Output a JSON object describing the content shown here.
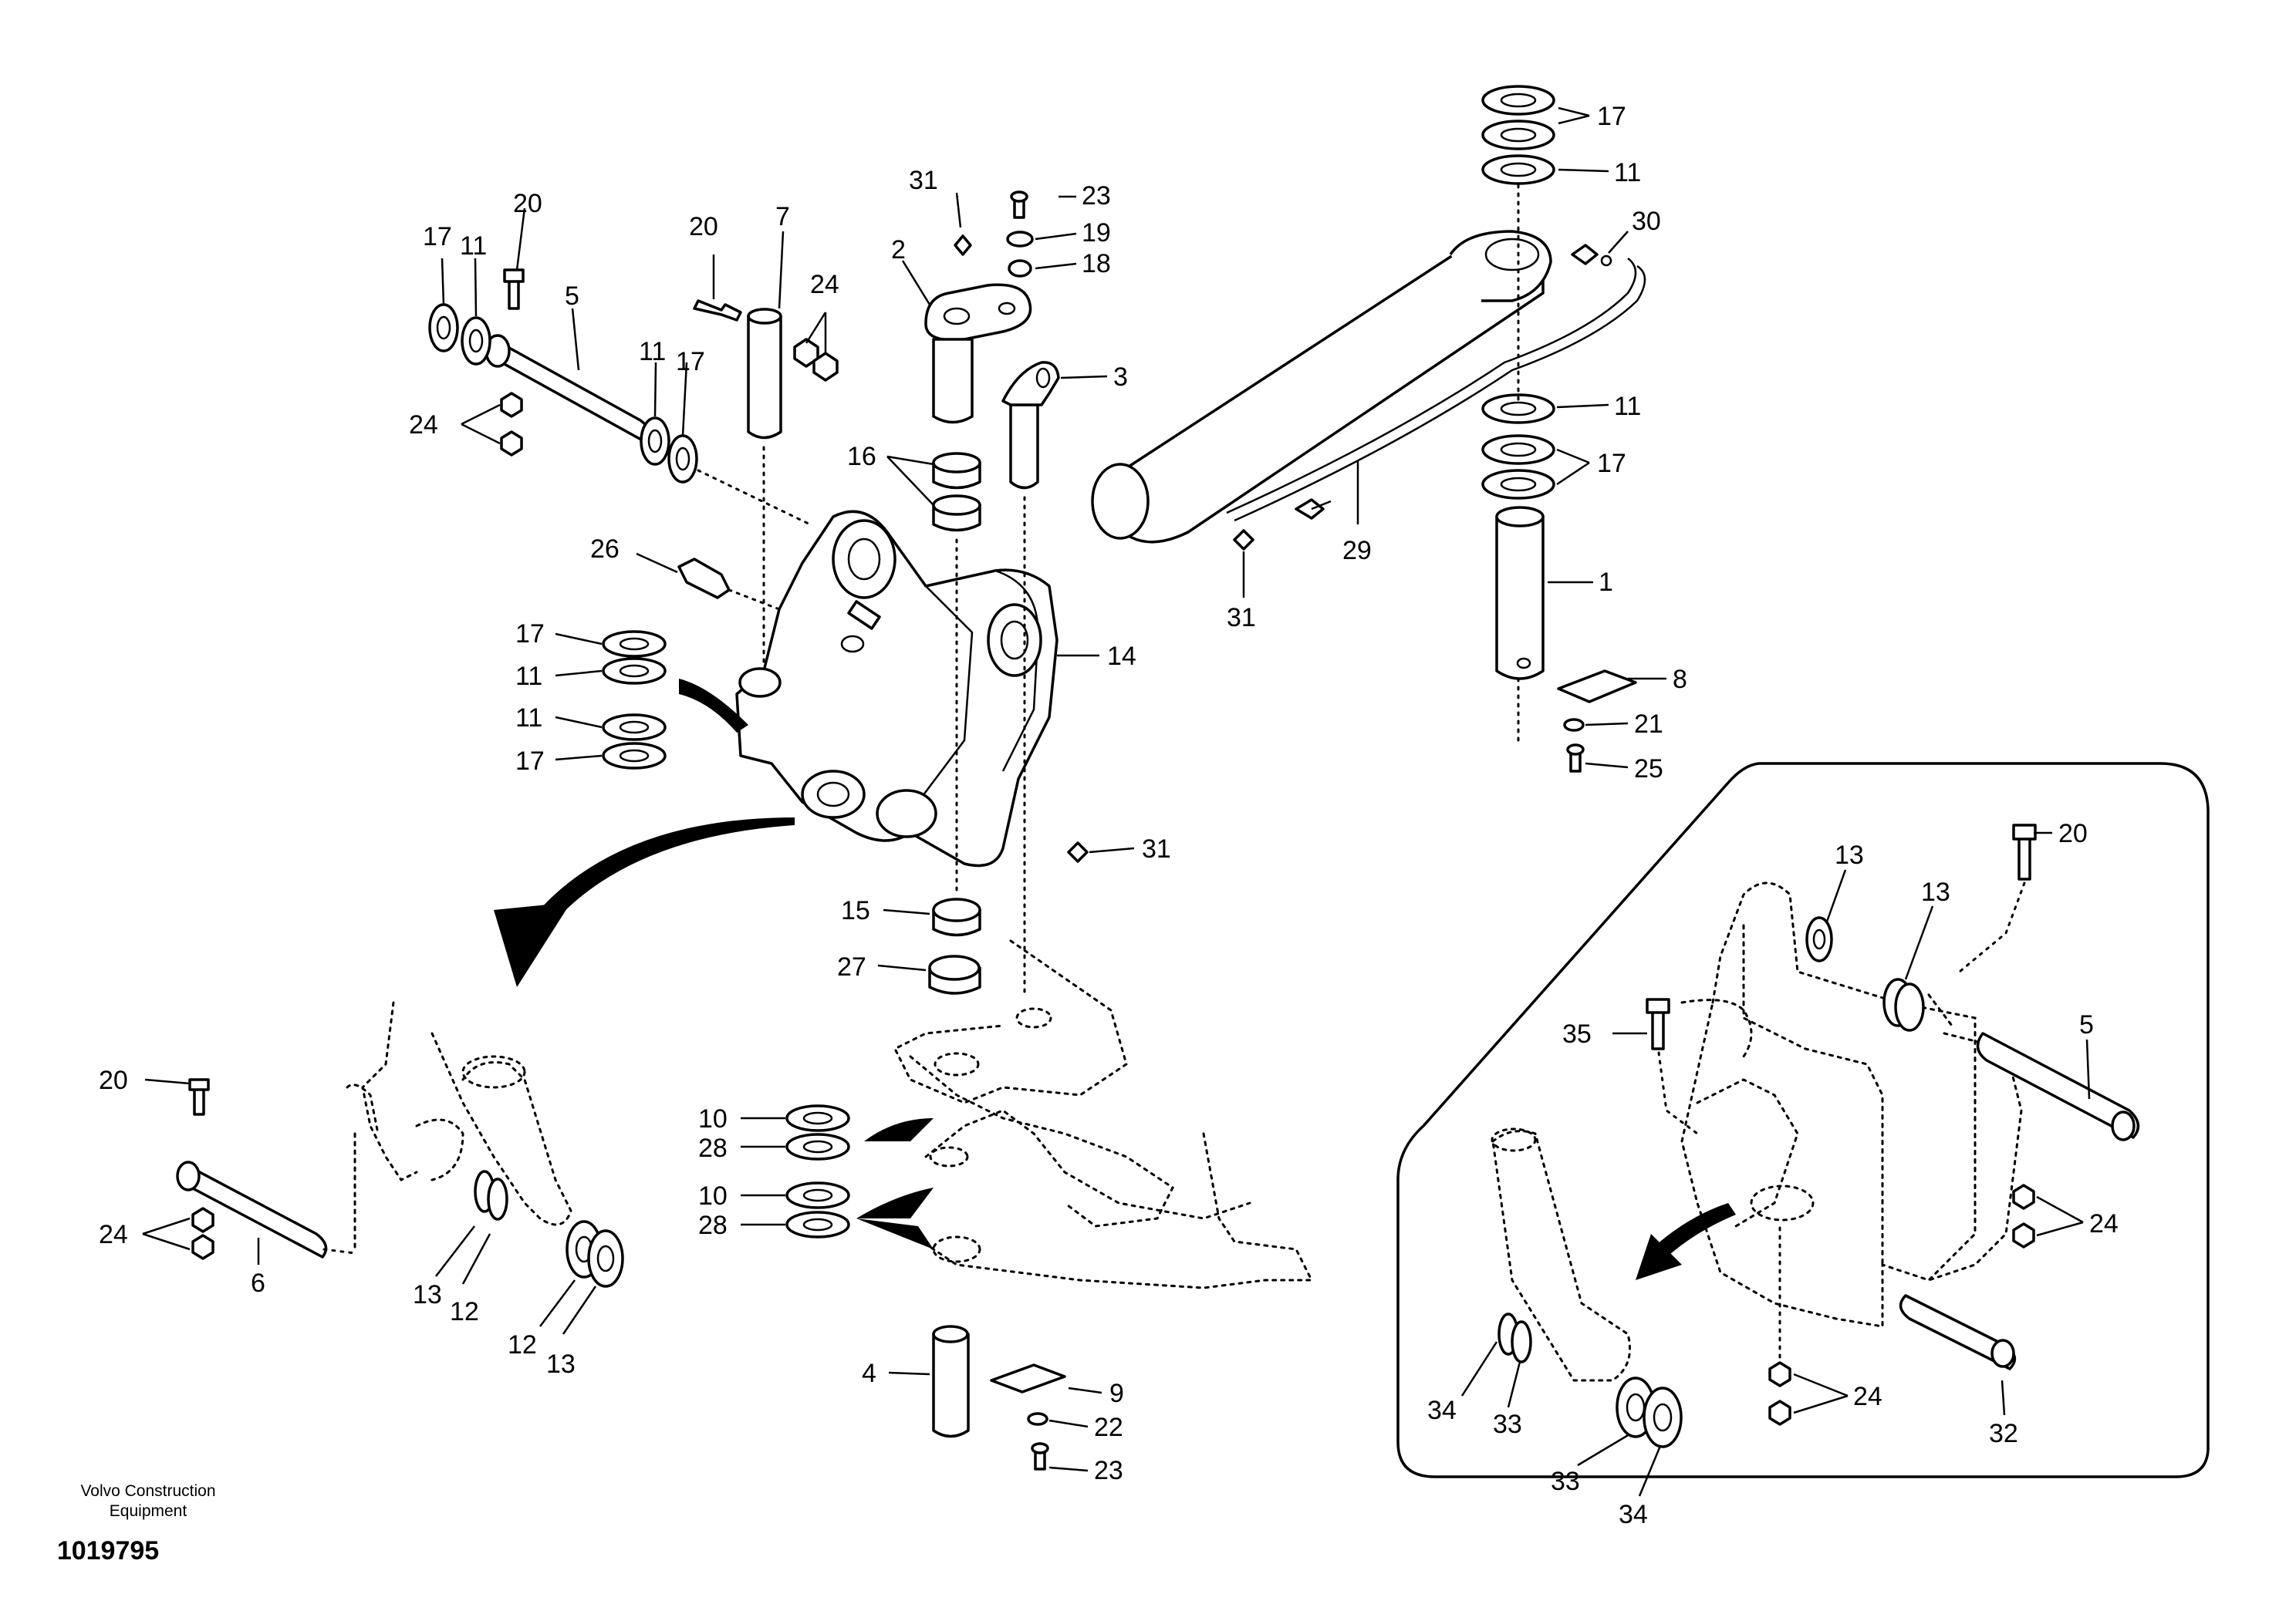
{
  "caption": {
    "company_line1": "Volvo Construction",
    "company_line2": "Equipment",
    "drawing_number": "1019795"
  },
  "callouts": {
    "n1": "1",
    "n2": "2",
    "n3": "3",
    "n4": "4",
    "n5": "5",
    "n6": "6",
    "n7": "7",
    "n8": "8",
    "n9": "9",
    "n10": "10",
    "n11": "11",
    "n12": "12",
    "n13": "13",
    "n14": "14",
    "n15": "15",
    "n16": "16",
    "n17": "17",
    "n18": "18",
    "n19": "19",
    "n20": "20",
    "n21": "21",
    "n22": "22",
    "n23": "23",
    "n24": "24",
    "n25": "25",
    "n26": "26",
    "n27": "27",
    "n28": "28",
    "n29": "29",
    "n30": "30",
    "n31": "31",
    "n32": "32",
    "n33": "33",
    "n34": "34",
    "n35": "35"
  }
}
